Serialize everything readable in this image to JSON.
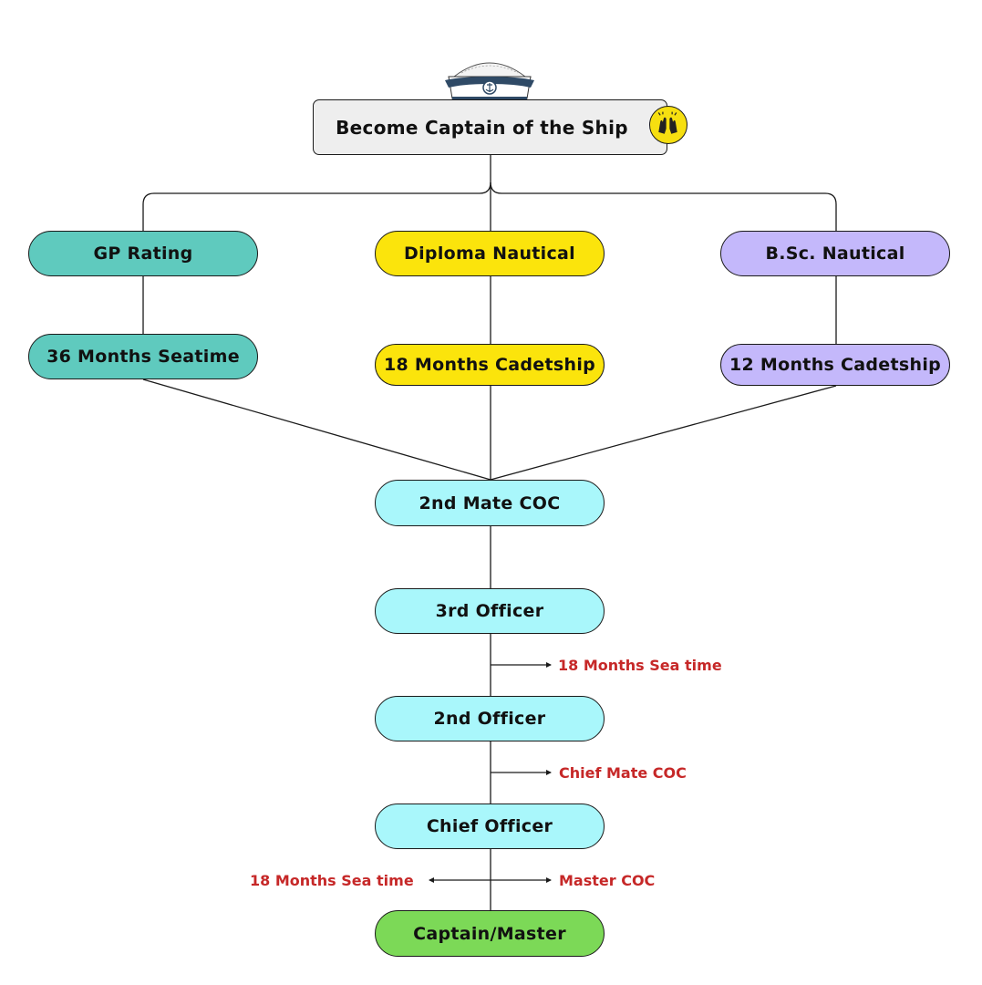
{
  "root": {
    "label": "Become Captain of the Ship",
    "badge_icon": "raised-hands-icon",
    "header_icon": "captain-hat-icon"
  },
  "branches": [
    {
      "path": "GP Rating",
      "training": "36 Months Seatime",
      "color": "#5fcabe"
    },
    {
      "path": "Diploma Nautical",
      "training": "18 Months Cadetship",
      "color": "#fbe40c"
    },
    {
      "path": "B.Sc. Nautical",
      "training": "12 Months Cadetship",
      "color": "#c4b8fb"
    }
  ],
  "ranks": [
    {
      "label": "2nd Mate COC",
      "color": "#a9f7fb"
    },
    {
      "label": "3rd Officer",
      "color": "#a9f7fb"
    },
    {
      "label": "2nd Officer",
      "color": "#a9f7fb"
    },
    {
      "label": "Chief Officer",
      "color": "#a9f7fb"
    },
    {
      "label": "Captain/Master",
      "color": "#7cd957"
    }
  ],
  "requirements": {
    "third_to_second": "18 Months Sea time",
    "second_to_chief": "Chief Mate COC",
    "chief_to_captain_right": "Master COC",
    "chief_to_captain_left": "18 Months Sea time"
  },
  "colors": {
    "note_text": "#c62828",
    "line": "#1a1a1a",
    "root_fill": "#eeeeee"
  }
}
